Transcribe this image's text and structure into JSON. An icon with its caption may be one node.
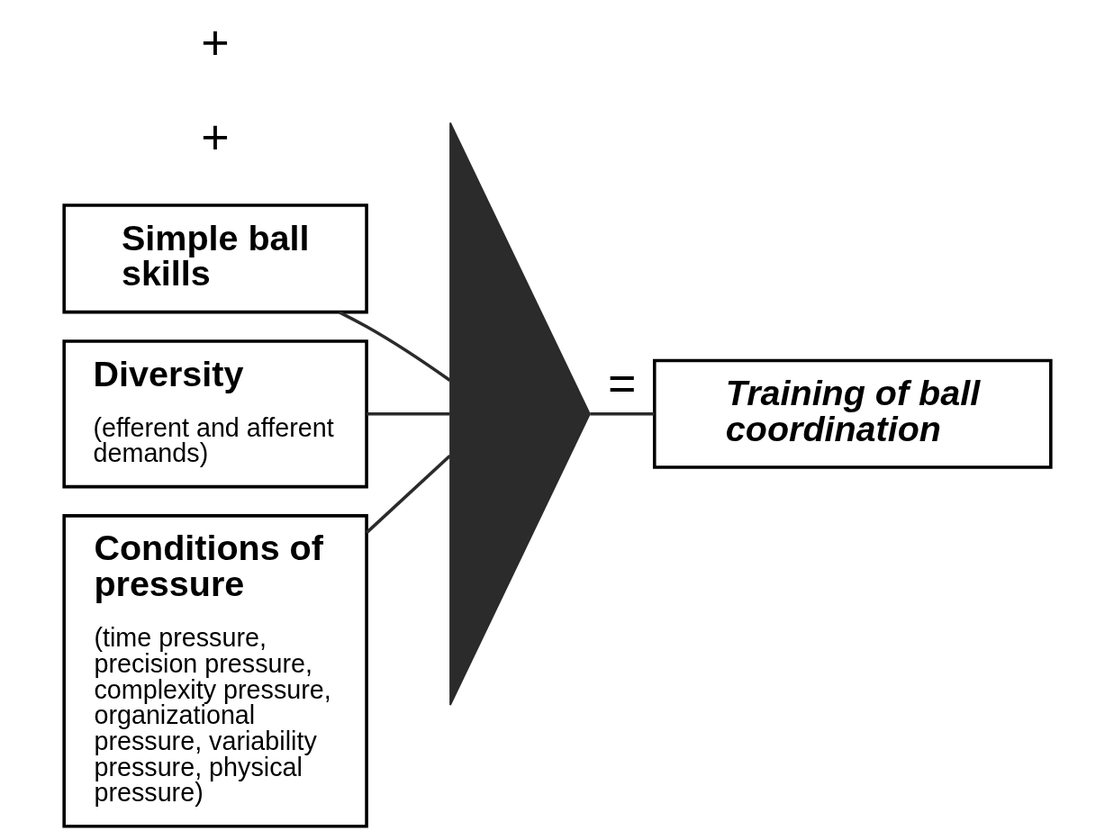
{
  "diagram": {
    "nodes": [
      {
        "text": [
          "Simple ball skills"
        ]
      },
      {
        "text": [
          "Diversity",
          "(efferent and afferent demands)"
        ]
      },
      {
        "text": [
          "Conditions of pressure",
          "(time pressure, precision pressure, complexity pressure, organizational pressure, variability pressure, physical pressure)"
        ]
      },
      {
        "text": [],
        "shape": "triangle"
      },
      {
        "text": [
          "Training of ball coordination"
        ]
      }
    ],
    "edges": [
      {
        "from": 0,
        "to": 3,
        "arrow": "none"
      },
      {
        "from": 1,
        "to": 3,
        "arrow": "none"
      },
      {
        "from": 2,
        "to": 3,
        "arrow": "none"
      },
      {
        "from": 3,
        "to": 4,
        "label": "=",
        "arrow": "none"
      }
    ],
    "labels": [
      "+",
      "+"
    ]
  }
}
